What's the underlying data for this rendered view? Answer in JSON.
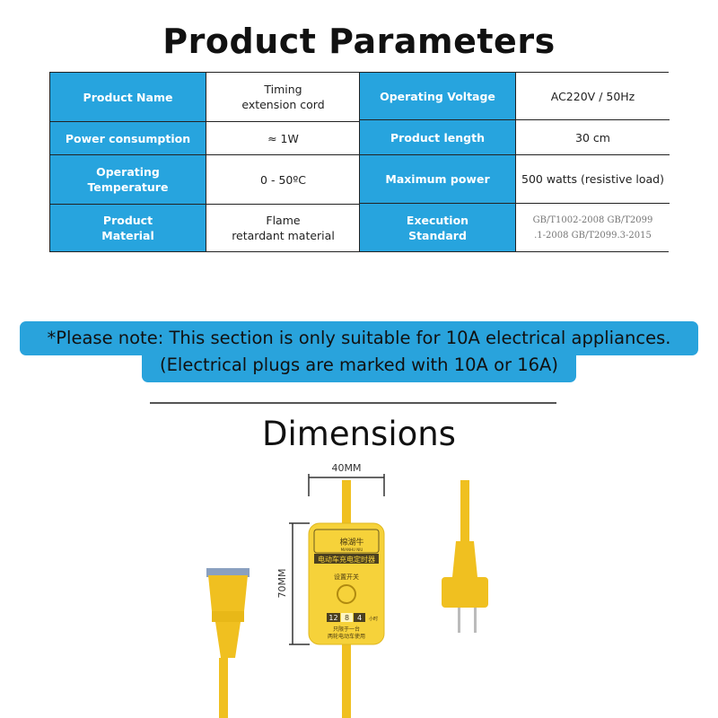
{
  "title": "Product Parameters",
  "params_left": [
    {
      "label": "Product Name",
      "value": "Timing\nextension cord"
    },
    {
      "label": "Power consumption",
      "value": "≈ 1W"
    },
    {
      "label": "Operating\nTemperature",
      "value": "0 - 50ºC"
    },
    {
      "label": "Product\nMaterial",
      "value": "Flame\nretardant material"
    }
  ],
  "params_right": [
    {
      "label": "Operating Voltage",
      "value": "AC220V / 50Hz"
    },
    {
      "label": "Product length",
      "value": "30 cm"
    },
    {
      "label": "Maximum power",
      "value": "500 watts (resistive load)"
    },
    {
      "label": "Execution\nStandard",
      "value": "GB/T1002-2008 GB/T2099\n.1-2008 GB/T2099.3-2015"
    }
  ],
  "note": {
    "line1": "*Please note: This section is only suitable for 10A electrical appliances.",
    "line2": "(Electrical plugs are marked with 10A or 16A)"
  },
  "dimensions": {
    "title": "Dimensions",
    "width": "40MM",
    "height": "70MM"
  },
  "device": {
    "brand": "棉湖牛",
    "brand_sub": "MIANHU NIU",
    "name": "电动车充电定时器",
    "switch_label": "设置开关",
    "hours": [
      "12",
      "8",
      "4"
    ],
    "hours_unit": "小时",
    "usage1": "只限于一台",
    "usage2": "两轮电动车使用"
  }
}
